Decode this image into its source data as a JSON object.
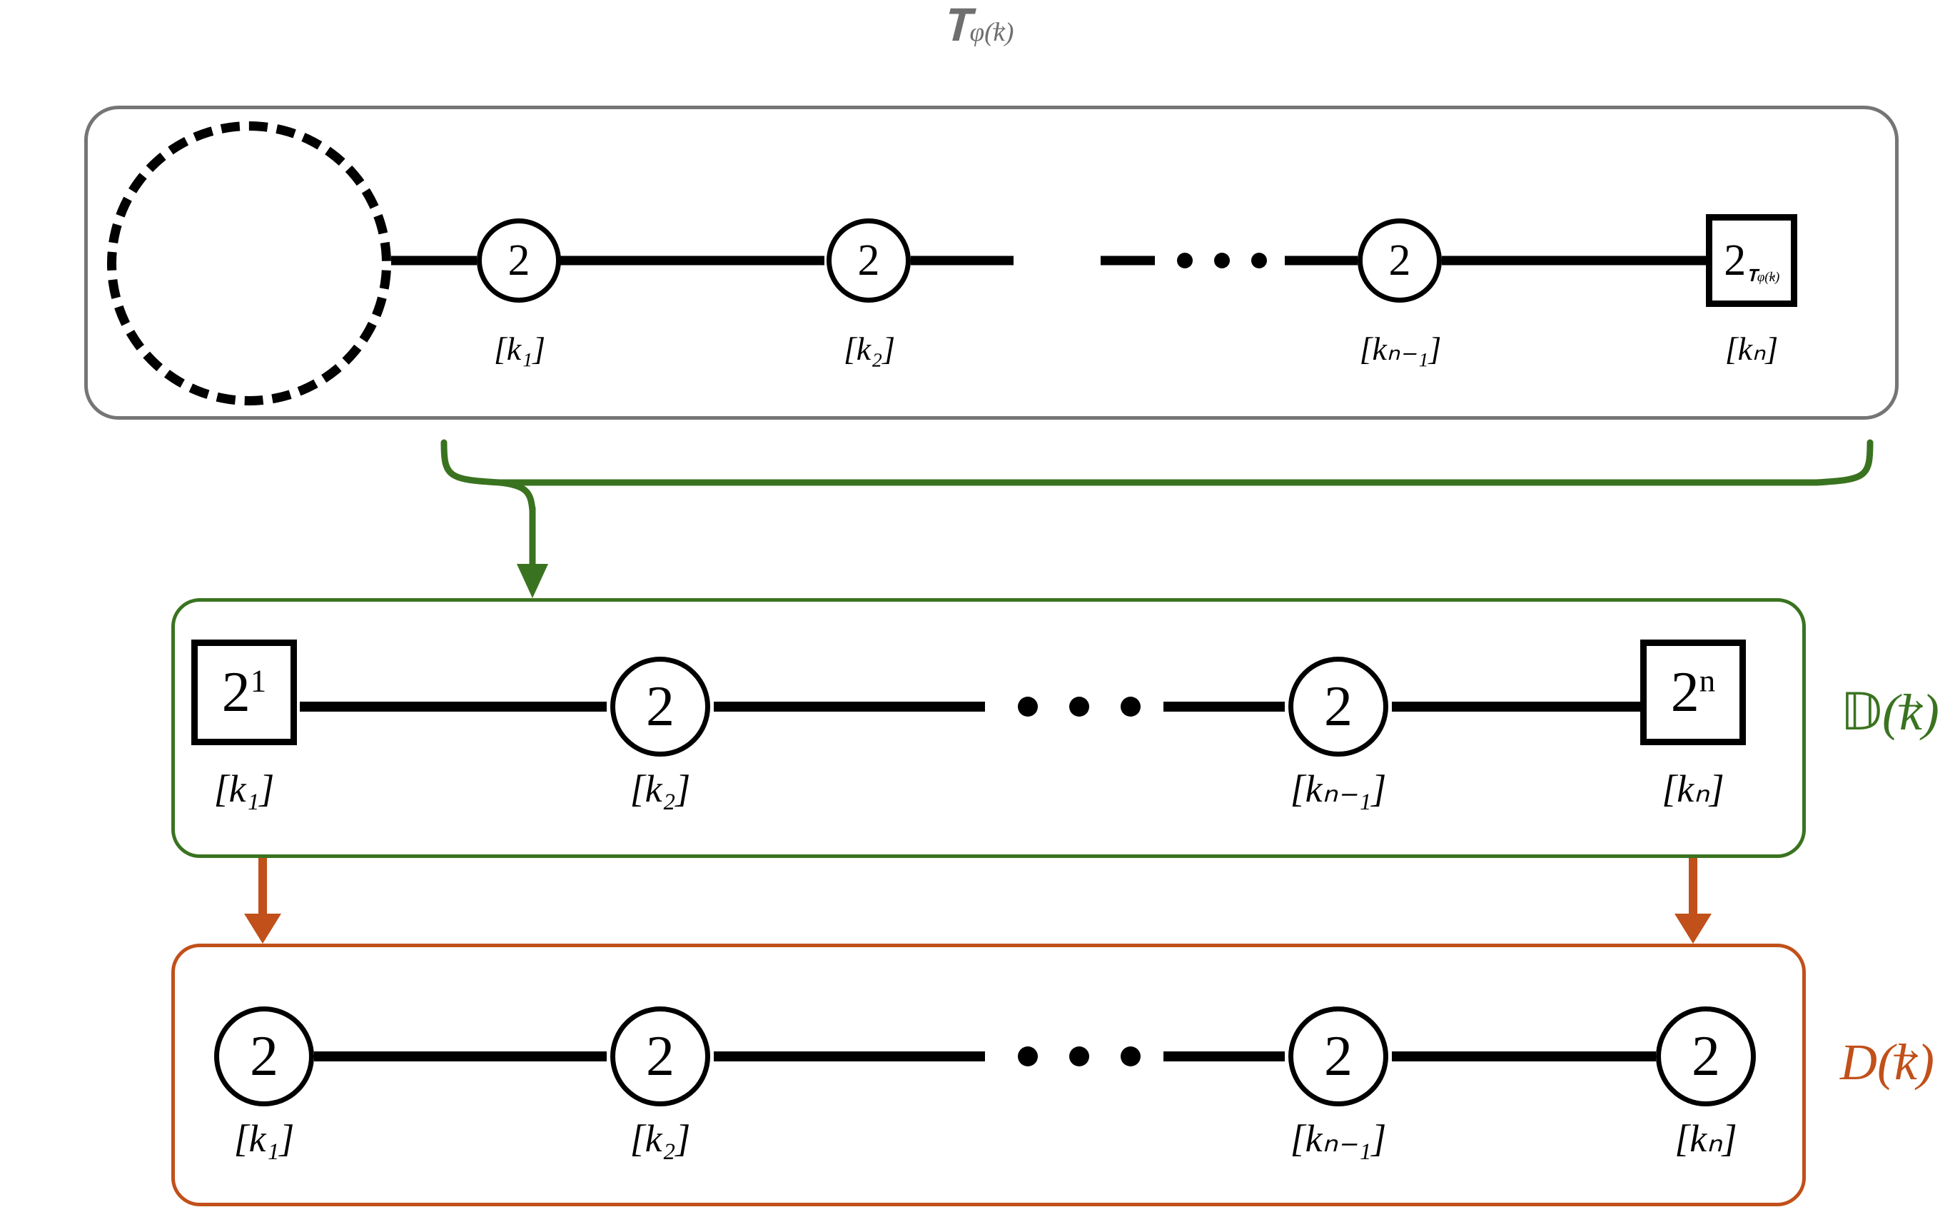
{
  "title": {
    "base": "T",
    "sub_phi": "φ",
    "sub_k": "k",
    "full": "T_{φ(k⃗)}"
  },
  "colors": {
    "gray_border": "#757575",
    "title_gray": "#6f6f6f",
    "green": "#3a7320",
    "orange": "#c1501a",
    "node_black": "#000000",
    "background": "#ffffff"
  },
  "rows": [
    {
      "id": "tau-row",
      "name": "T_phi_k_graph",
      "border_color": "#757575",
      "label": "",
      "has_dashed_loop": true,
      "dashed_loop_name": "dashed-loop",
      "gap_style": "dash-dots-dash",
      "nodes": [
        {
          "shape": "circle",
          "value": "2",
          "sup": "",
          "sub": "",
          "klabel": "[k₁]"
        },
        {
          "shape": "circle",
          "value": "2",
          "sup": "",
          "sub": "",
          "klabel": "[k₂]"
        },
        {
          "shape": "circle",
          "value": "2",
          "sup": "",
          "sub": "",
          "klabel": "[kₙ₋₁]"
        },
        {
          "shape": "square",
          "value": "2",
          "sup": "",
          "sub": "Tφ(k⃗)",
          "klabel": "[kₙ]"
        }
      ]
    },
    {
      "id": "dbb-row",
      "name": "blackboard-D-k-graph",
      "border_color": "#3a7320",
      "label": "Ð(k⃗)",
      "label_letter": "D",
      "label_arg": "(k⃗)",
      "has_dashed_loop": false,
      "gap_style": "dots",
      "nodes": [
        {
          "shape": "square",
          "value": "2",
          "sup": "1",
          "sub": "",
          "klabel": "[k₁]"
        },
        {
          "shape": "circle",
          "value": "2",
          "sup": "",
          "sub": "",
          "klabel": "[k₂]"
        },
        {
          "shape": "circle",
          "value": "2",
          "sup": "",
          "sub": "",
          "klabel": "[kₙ₋₁]"
        },
        {
          "shape": "square",
          "value": "2",
          "sup": "n",
          "sub": "",
          "klabel": "[kₙ]"
        }
      ]
    },
    {
      "id": "d-row",
      "name": "D-k-graph",
      "border_color": "#c1501a",
      "label": "D(k⃗)",
      "label_letter": "D",
      "label_arg": "(k⃗)",
      "has_dashed_loop": false,
      "gap_style": "dots",
      "nodes": [
        {
          "shape": "circle",
          "value": "2",
          "sup": "",
          "sub": "",
          "klabel": "[k₁]"
        },
        {
          "shape": "circle",
          "value": "2",
          "sup": "",
          "sub": "",
          "klabel": "[k₂]"
        },
        {
          "shape": "circle",
          "value": "2",
          "sup": "",
          "sub": "",
          "klabel": "[kₙ₋₁]"
        },
        {
          "shape": "circle",
          "value": "2",
          "sup": "",
          "sub": "",
          "klabel": "[kₙ]"
        }
      ]
    }
  ],
  "connectors": {
    "green_brace": {
      "name": "green-brace-arrow",
      "color": "#3a7320",
      "from_row": "tau-row",
      "to_row": "dbb-row"
    },
    "orange_arrow_left": {
      "name": "orange-arrow-left",
      "color": "#c1501a",
      "from_row": "dbb-row",
      "to_row": "d-row"
    },
    "orange_arrow_right": {
      "name": "orange-arrow-right",
      "color": "#c1501a",
      "from_row": "dbb-row",
      "to_row": "d-row"
    }
  }
}
